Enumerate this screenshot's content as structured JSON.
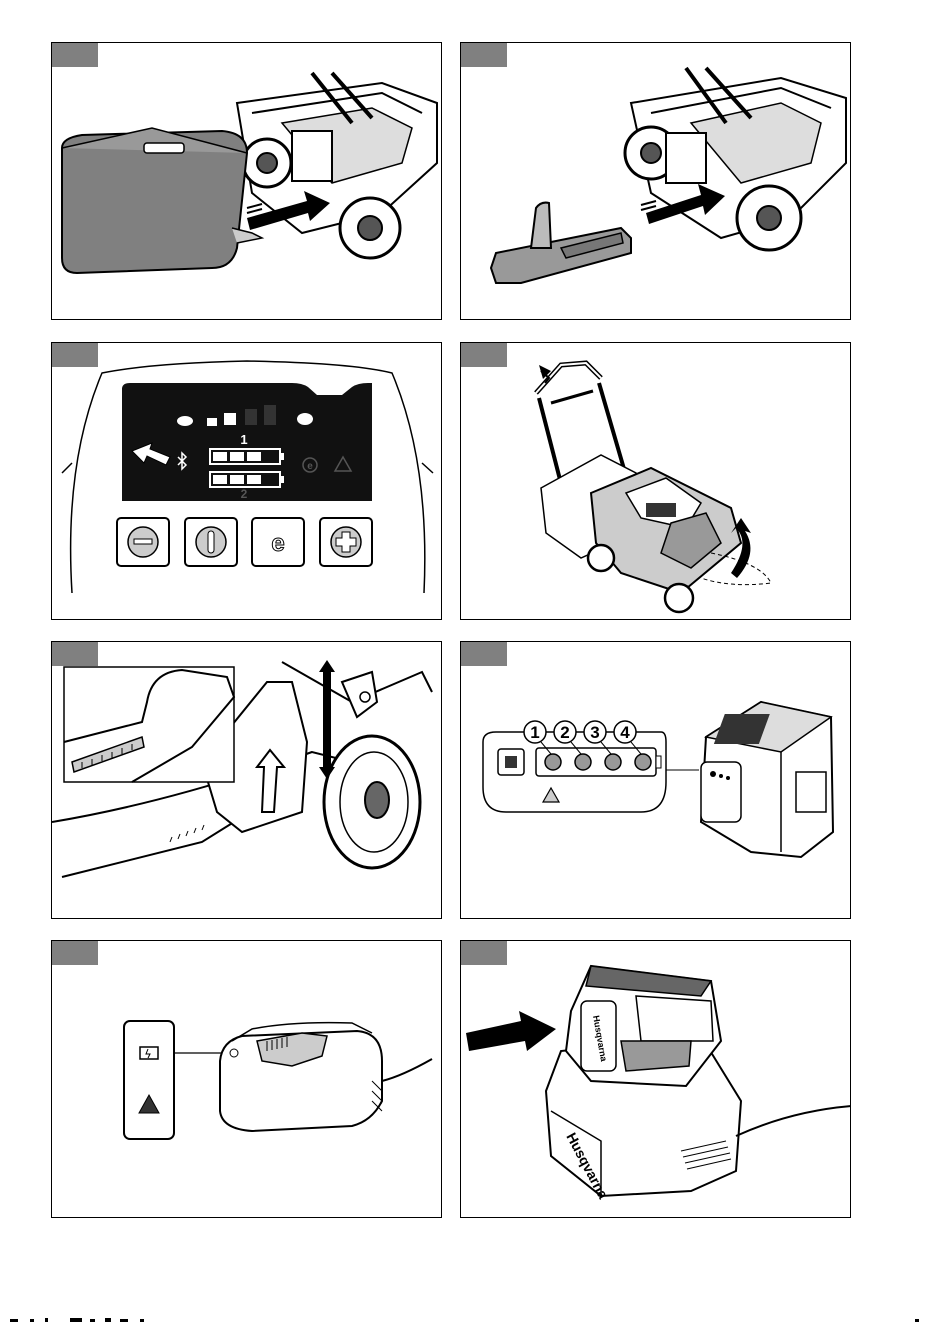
{
  "panels": [
    {
      "id": "p1",
      "subject": "grass-bag-attach"
    },
    {
      "id": "p2",
      "subject": "mulch-plug-insert"
    },
    {
      "id": "p3",
      "subject": "control-panel"
    },
    {
      "id": "p4",
      "subject": "handle-fold"
    },
    {
      "id": "p5",
      "subject": "cutting-height-adjust"
    },
    {
      "id": "p6",
      "subject": "battery-indicator"
    },
    {
      "id": "p7",
      "subject": "charger-indicator"
    },
    {
      "id": "p8",
      "subject": "battery-on-charger"
    }
  ],
  "control_panel": {
    "battery_1_label": "1",
    "battery_2_label": "2",
    "mode_icon_label": "e",
    "button_icons": [
      "minus-icon",
      "power-icon",
      "eco-icon",
      "plus-icon"
    ]
  },
  "battery_indicator": {
    "led_numbers": [
      "1",
      "2",
      "3",
      "4"
    ]
  },
  "charger_brand": "Husqvarna",
  "battery_brand": "Husqvarna",
  "colors": {
    "tag_gray": "#808080",
    "line": "#000000",
    "panel_dark": "#111111",
    "fill_gray": "#bfbfbf"
  }
}
